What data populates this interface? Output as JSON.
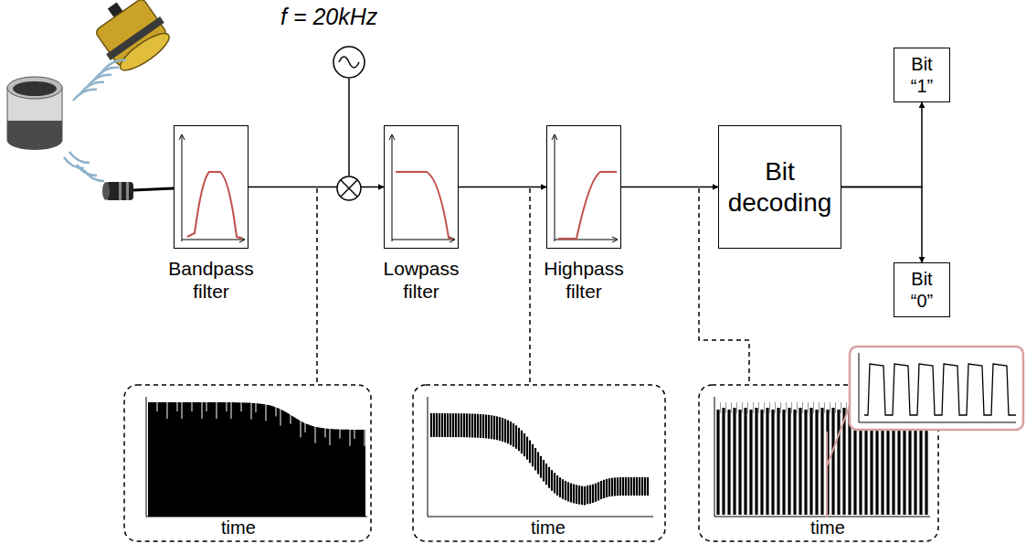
{
  "diagram": {
    "nodes": [
      {
        "text": [
          "Bandpass filter"
        ]
      },
      {
        "text": [
          "Lowpass filter"
        ]
      },
      {
        "text": [
          "Highpass filter"
        ]
      },
      {
        "text": [
          "Bit decoding"
        ]
      },
      {
        "text": [
          "Bit “1”"
        ]
      },
      {
        "text": [
          "Bit “0”"
        ]
      }
    ],
    "edges": [
      {
        "from": 0,
        "to": 1,
        "arrow": "to"
      },
      {
        "from": 1,
        "to": 2,
        "arrow": "to"
      },
      {
        "from": 2,
        "to": 3,
        "arrow": "to"
      },
      {
        "from": 3,
        "to": 4,
        "arrow": "to"
      },
      {
        "from": 3,
        "to": 5,
        "arrow": "to"
      }
    ],
    "labels": [
      "f = 20kHz",
      "time",
      "time",
      "time"
    ]
  }
}
